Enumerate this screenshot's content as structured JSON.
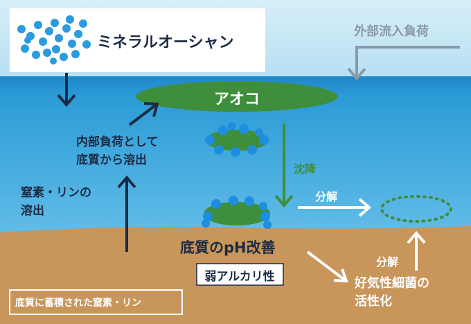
{
  "labels": {
    "mineral_ocean": "ミネラルオーシャン",
    "external_load": "外部流入負荷",
    "aoko": "アオコ",
    "internal_load": "内部負荷として\n底質から溶出",
    "n_p_release": "窒素・リンの\n溶出",
    "sedimentation": "沈降",
    "decomposition_top": "分解",
    "sediment_ph": "底質のpH改善",
    "weak_alkaline": "弱アルカリ性",
    "decomposition_bottom": "分解",
    "aerobic_bacteria": "好気性細菌の\n活性化",
    "accumulated": "底質に蓄積された窒素・リン"
  },
  "colors": {
    "water_light": "#cde9f5",
    "water": "#2f9cd4",
    "sediment": "#c8955a",
    "algae": "#3e8e3c",
    "mineral_dot": "#2b9be0",
    "arrow_dark": "#1c2b44",
    "arrow_grey": "#8a9aa8",
    "arrow_white": "#ffffff"
  }
}
